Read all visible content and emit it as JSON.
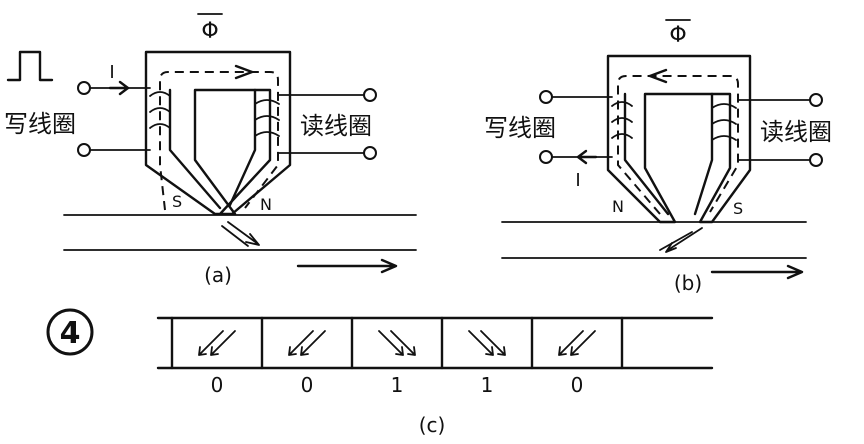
{
  "flux_symbol": "Φ",
  "current_label": "I",
  "write_coil_label": "写线圈",
  "read_coil_label": "读线圈",
  "pole_s": "S",
  "pole_n": "N",
  "caption_a": "(a)",
  "caption_b": "(b)",
  "caption_c": "(c)",
  "figure_number": "4",
  "bits": [
    "0",
    "0",
    "1",
    "1",
    "0"
  ],
  "cell_directions": [
    "down-left",
    "down-left",
    "down-right",
    "down-right",
    "down-left"
  ]
}
